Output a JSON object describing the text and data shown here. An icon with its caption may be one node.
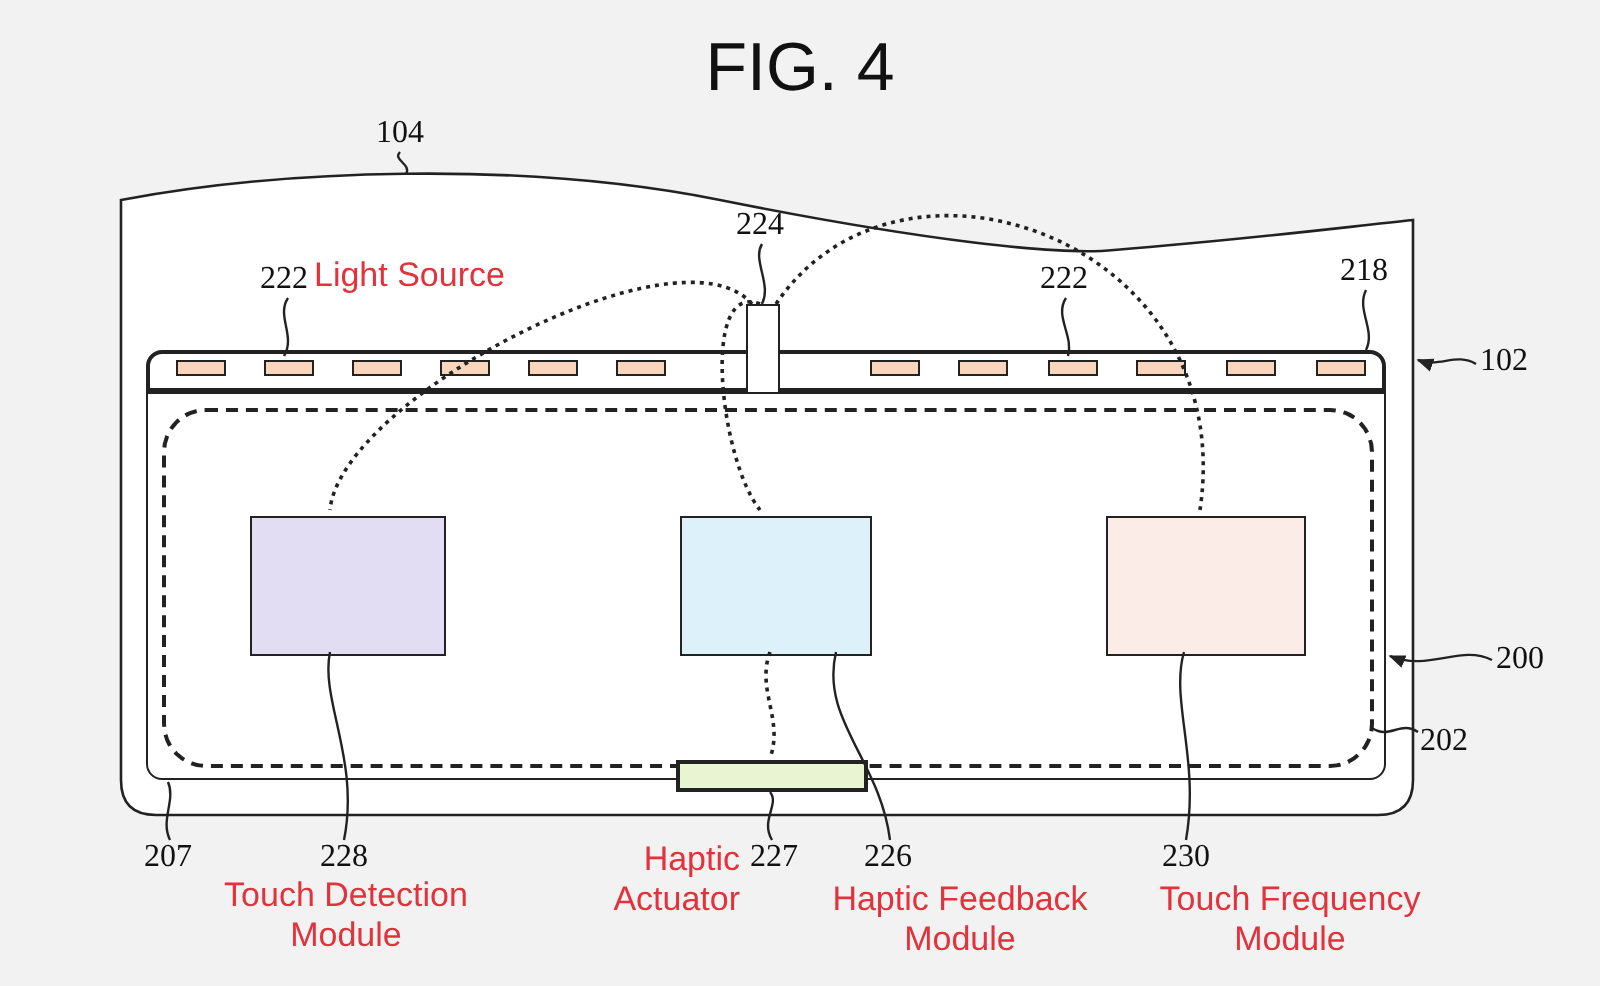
{
  "diagram": {
    "title": "FIG. 4",
    "nodes": [
      {
        "text": [],
        "shape": "box"
      },
      {
        "text": [],
        "shape": "bar",
        "in": 0
      },
      {
        "text": [],
        "shape": "box",
        "in": 1
      },
      {
        "text": [],
        "shape": "box",
        "in": 1
      },
      {
        "text": [],
        "shape": "box",
        "in": 1
      },
      {
        "text": [],
        "shape": "box",
        "in": 1
      },
      {
        "text": [],
        "shape": "box",
        "in": 1
      },
      {
        "text": [],
        "shape": "box",
        "in": 1
      },
      {
        "text": [],
        "shape": "box",
        "in": 1
      },
      {
        "text": [],
        "shape": "box",
        "in": 1
      },
      {
        "text": [],
        "shape": "box",
        "in": 1
      },
      {
        "text": [],
        "shape": "box",
        "in": 1
      },
      {
        "text": [],
        "shape": "box",
        "in": 1
      },
      {
        "text": [],
        "shape": "box",
        "in": 1
      },
      {
        "text": [],
        "shape": "box",
        "in": 0
      },
      {
        "text": [],
        "shape": "box",
        "in": 0
      },
      {
        "text": [],
        "shape": "box",
        "in": 15
      },
      {
        "text": [],
        "shape": "box",
        "in": 16
      },
      {
        "text": [],
        "shape": "box",
        "in": 16
      },
      {
        "text": [],
        "shape": "box",
        "in": 16
      },
      {
        "text": [],
        "shape": "bar",
        "in": 15
      },
      {
        "text": [
          "104"
        ]
      },
      {
        "text": [
          "224"
        ],
        "in": 0
      },
      {
        "text": [
          "222"
        ],
        "beside": [
          "Light Source"
        ],
        "in": 0
      },
      {
        "text": [
          "222"
        ],
        "in": 0
      },
      {
        "text": [
          "218"
        ],
        "in": 0
      },
      {
        "text": [
          "102"
        ]
      },
      {
        "text": [
          "200"
        ]
      },
      {
        "text": [
          "202"
        ]
      },
      {
        "text": [
          "207"
        ]
      },
      {
        "text": [
          "228"
        ],
        "beside": [
          "Touch Detection Module"
        ]
      },
      {
        "text": [
          "227"
        ],
        "beside": [
          "Haptic Actuator"
        ]
      },
      {
        "text": [
          "226"
        ],
        "beside": [
          "Haptic Feedback Module"
        ]
      },
      {
        "text": [
          "230"
        ],
        "beside": [
          "Touch Frequency Module"
        ]
      }
    ],
    "edges": [
      {
        "from": 21,
        "to": 0,
        "arrow": "none"
      },
      {
        "from": 22,
        "to": 14,
        "arrow": "none"
      },
      {
        "from": 23,
        "to": 3,
        "arrow": "none"
      },
      {
        "from": 24,
        "to": 10,
        "arrow": "none"
      },
      {
        "from": 25,
        "to": 1,
        "arrow": "none"
      },
      {
        "from": 26,
        "to": 0,
        "arrow": "to"
      },
      {
        "from": 27,
        "to": 15,
        "arrow": "to"
      },
      {
        "from": 28,
        "to": 16,
        "arrow": "none"
      },
      {
        "from": 29,
        "to": 15,
        "arrow": "none"
      },
      {
        "from": 30,
        "to": 17,
        "arrow": "none"
      },
      {
        "from": 31,
        "to": 20,
        "arrow": "none"
      },
      {
        "from": 32,
        "to": 18,
        "arrow": "none"
      },
      {
        "from": 33,
        "to": 19,
        "arrow": "none"
      },
      {
        "from": 14,
        "to": 17,
        "arrow": "none",
        "style": "dashed"
      },
      {
        "from": 14,
        "to": 18,
        "arrow": "none",
        "style": "dashed"
      },
      {
        "from": 14,
        "to": 19,
        "arrow": "none",
        "style": "dashed"
      },
      {
        "from": 18,
        "to": 20,
        "arrow": "none",
        "style": "dashed"
      }
    ]
  }
}
